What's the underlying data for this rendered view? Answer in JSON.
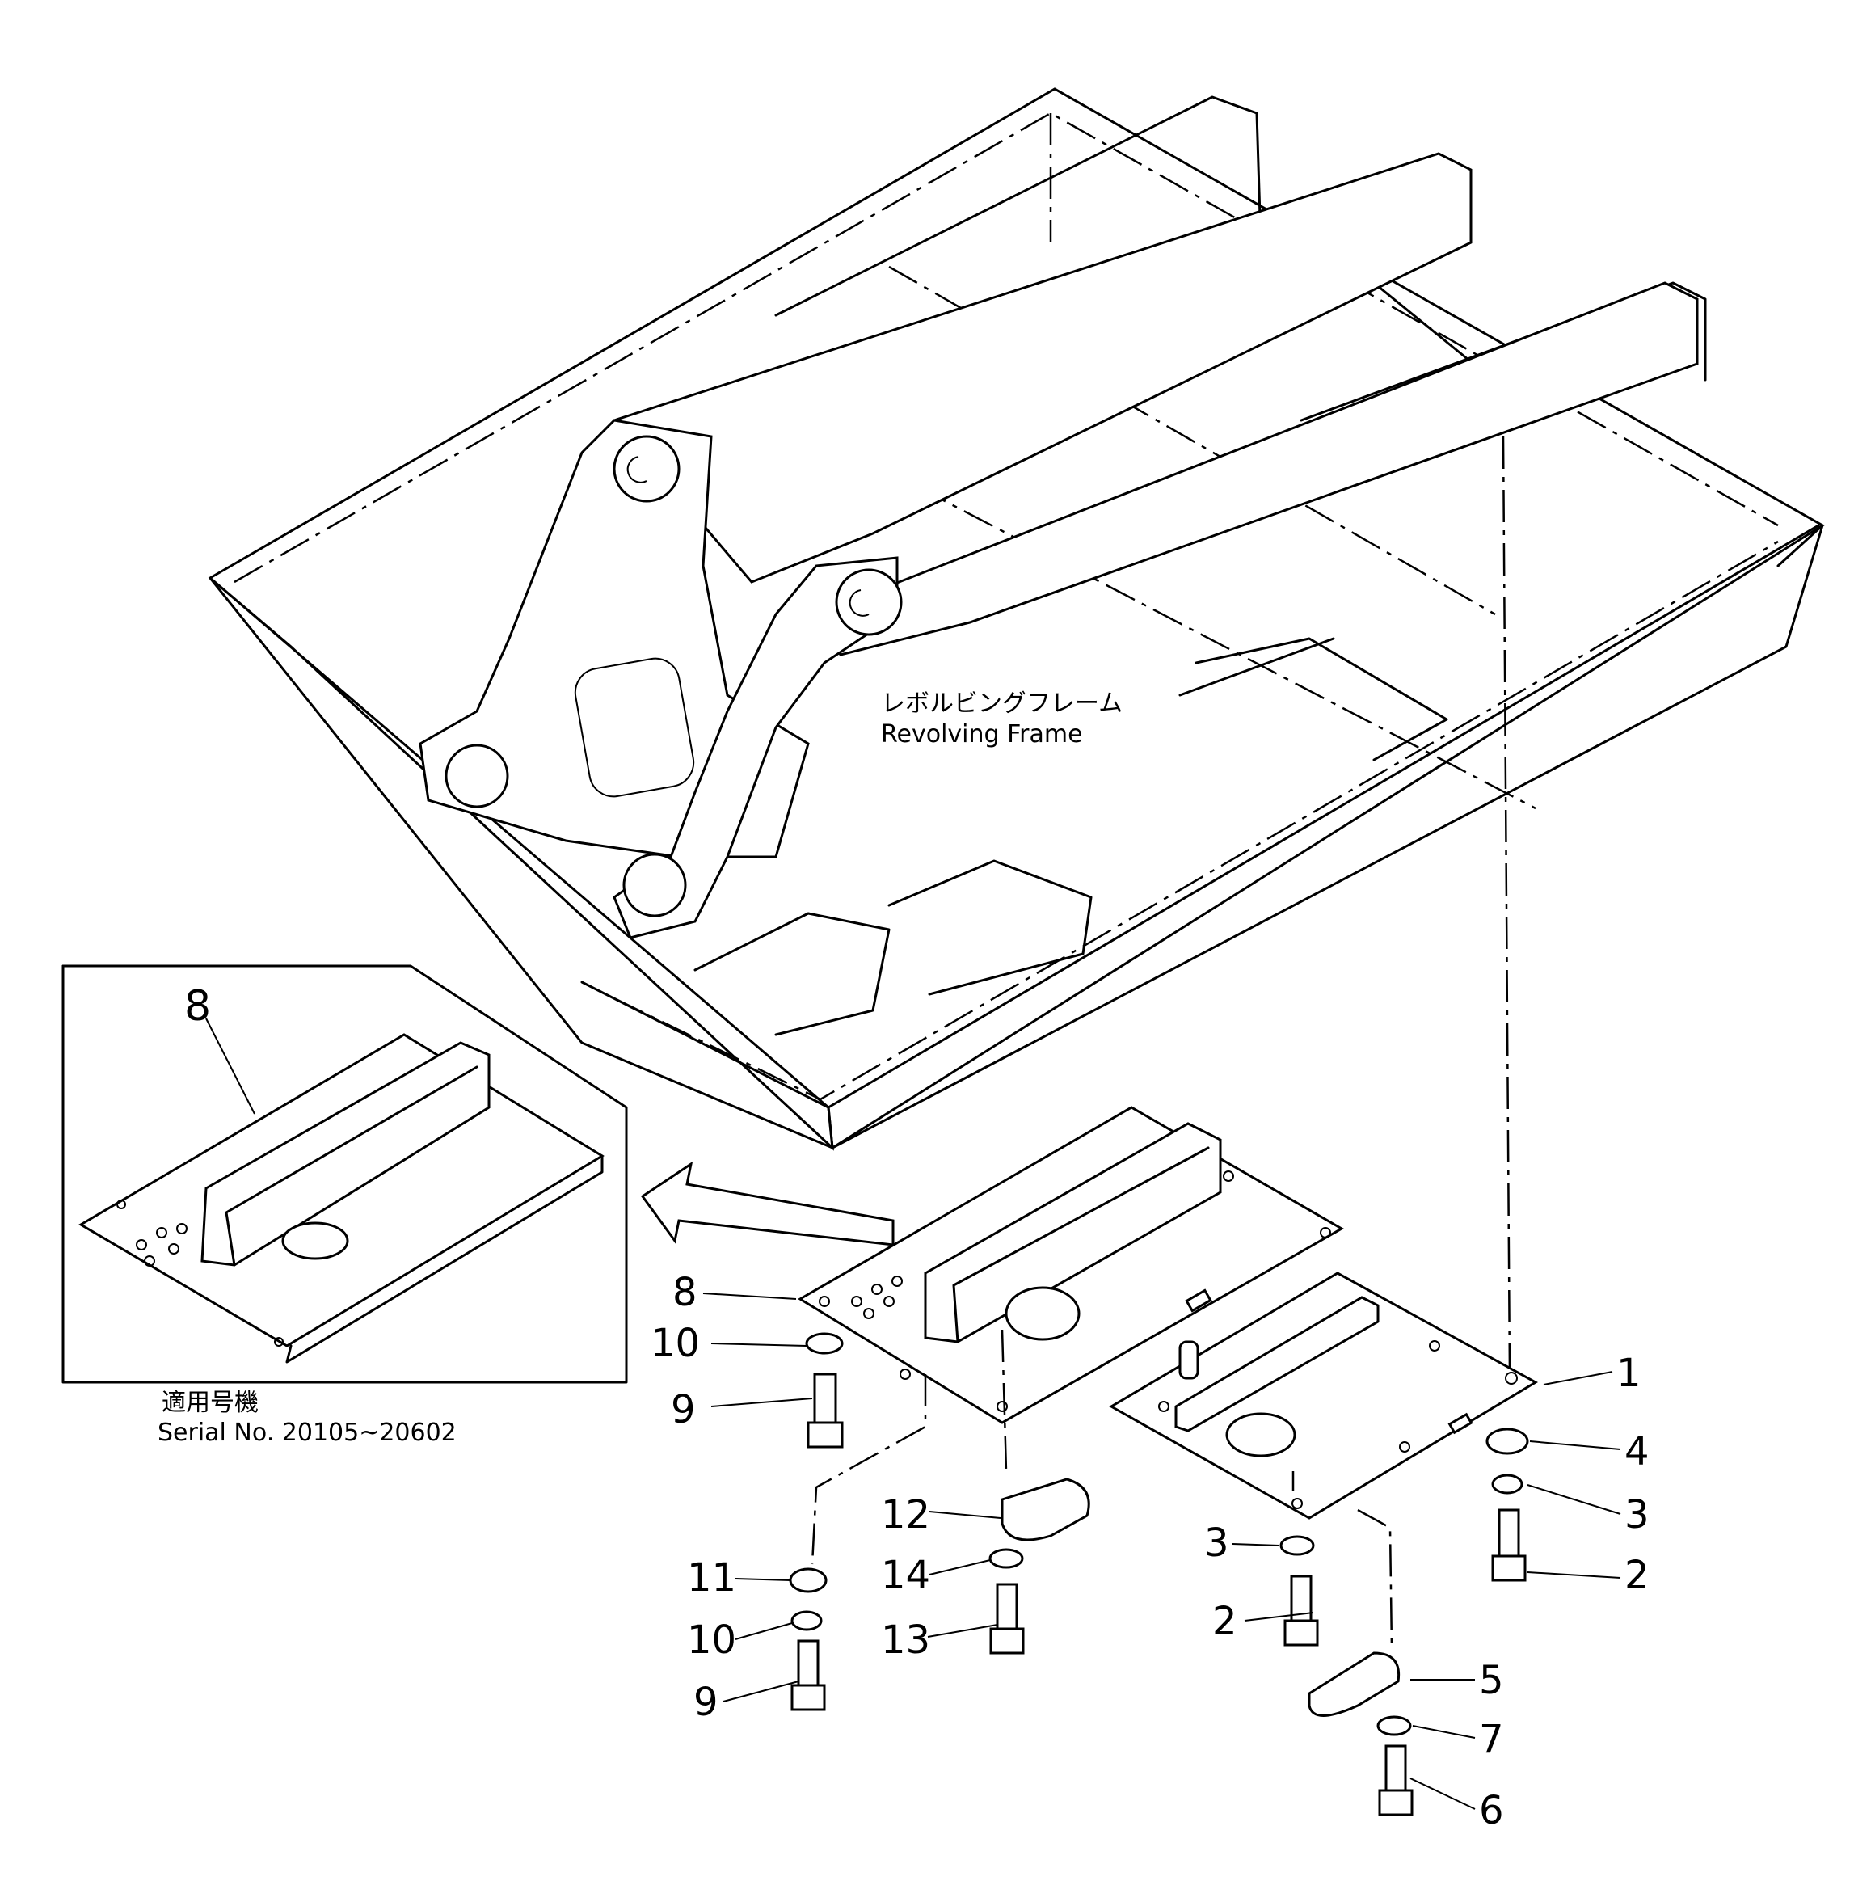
{
  "frame_label": {
    "jp": "レボルビングフレーム",
    "en": "Revolving  Frame"
  },
  "inset": {
    "part": "8",
    "jp": "適用号機",
    "serial": "Serial  No.  20105~20602"
  },
  "callouts": [
    "1",
    "2",
    "3",
    "4",
    "2",
    "3",
    "5",
    "7",
    "6",
    "8",
    "10",
    "9",
    "12",
    "14",
    "13",
    "11",
    "10",
    "9"
  ]
}
